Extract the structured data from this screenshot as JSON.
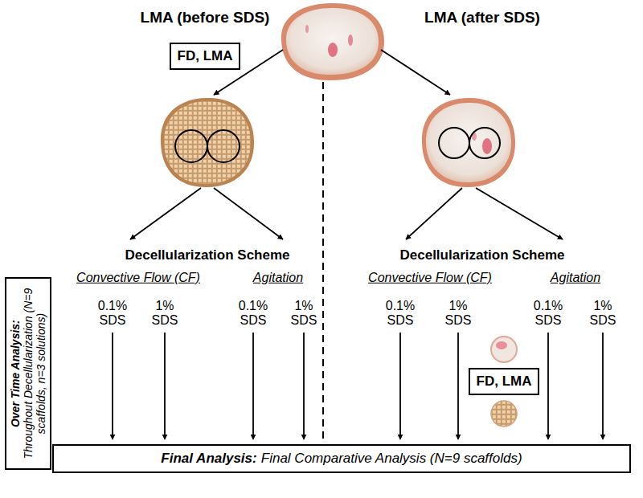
{
  "diagram": {
    "nodes": [
      {
        "text": [
          "FD, LMA"
        ]
      },
      {
        "text": [
          "Over Time Analysis:",
          "Throughout Decellularization (N=9 scaffolds, n=3 solutions)"
        ]
      },
      {
        "text": [
          "FD, LMA"
        ]
      },
      {
        "text": [
          "Final Analysis:",
          "Final Comparative Analysis (N=9 scaffolds)"
        ]
      }
    ],
    "labels": [
      "LMA (before SDS)",
      "LMA (after SDS)",
      "Decellularization Scheme",
      "Decellularization Scheme",
      "Convective Flow (CF)",
      "Agitation",
      "Convective Flow (CF)",
      "Agitation",
      "0.1% SDS",
      "1% SDS",
      "0.1% SDS",
      "1% SDS",
      "0.1% SDS",
      "1% SDS",
      "0.1% SDS",
      "1% SDS"
    ]
  }
}
